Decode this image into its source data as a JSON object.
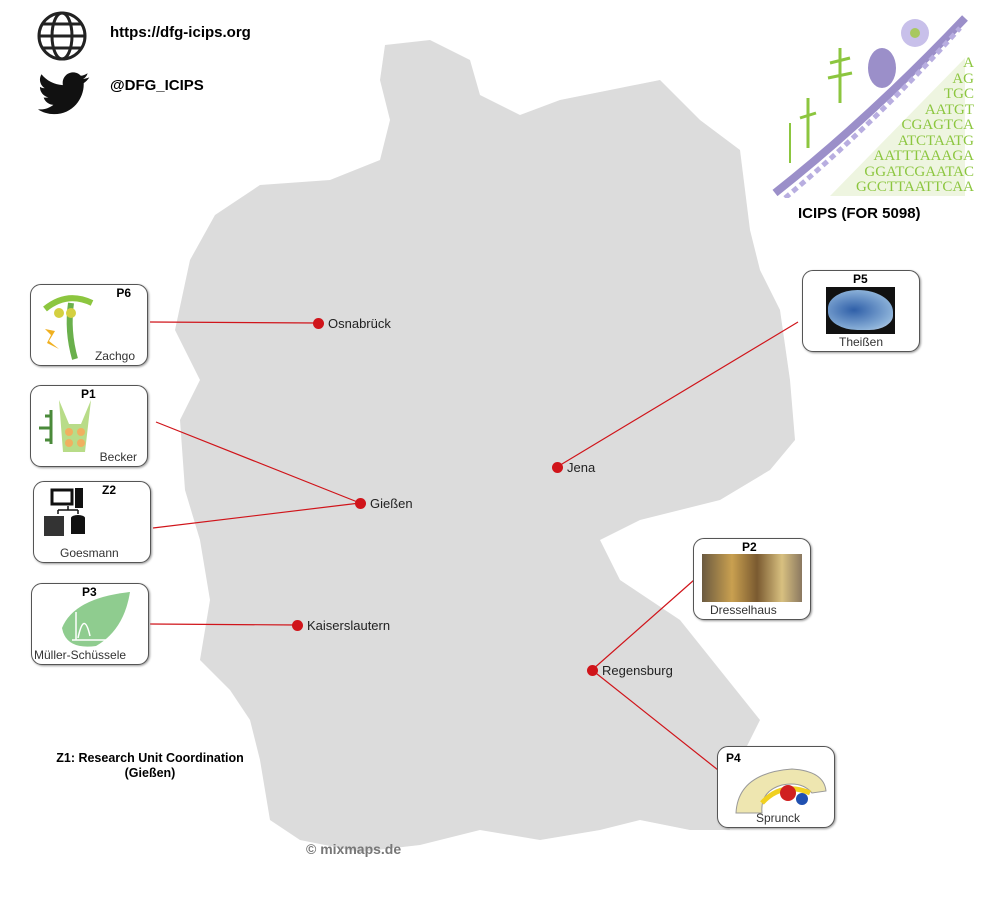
{
  "header": {
    "website": "https://dfg-icips.org",
    "twitter": "@DFG_ICIPS"
  },
  "logo": {
    "title": "ICIPS (FOR 5098)",
    "dna_rows": [
      "A",
      "AG",
      "TGC",
      "AATGT",
      "CGAGTCA",
      "ATCTAATG",
      "AATTTAAAGA",
      "GGATCGAATAC",
      "GCCTTAATTCAA"
    ]
  },
  "cities": [
    {
      "name": "Osnabrück"
    },
    {
      "name": "Gießen"
    },
    {
      "name": "Kaiserslautern"
    },
    {
      "name": "Jena"
    },
    {
      "name": "Regensburg"
    }
  ],
  "projects": [
    {
      "code": "P6",
      "name": "Zachgo"
    },
    {
      "code": "P1",
      "name": "Becker"
    },
    {
      "code": "Z2",
      "name": "Goesmann"
    },
    {
      "code": "P3",
      "name": "Müller-Schüssele"
    },
    {
      "code": "P5",
      "name": "Theißen"
    },
    {
      "code": "P2",
      "name": "Dresselhaus"
    },
    {
      "code": "P4",
      "name": "Sprunck"
    }
  ],
  "note": {
    "line1": "Z1:  Research Unit Coordination",
    "line2": "(Gießen)"
  },
  "credit": "© mixmaps.de",
  "colors": {
    "map": "#dcdcdc",
    "line": "#d0141a",
    "green": "#8cc63f",
    "purple": "#9b8fc9"
  }
}
